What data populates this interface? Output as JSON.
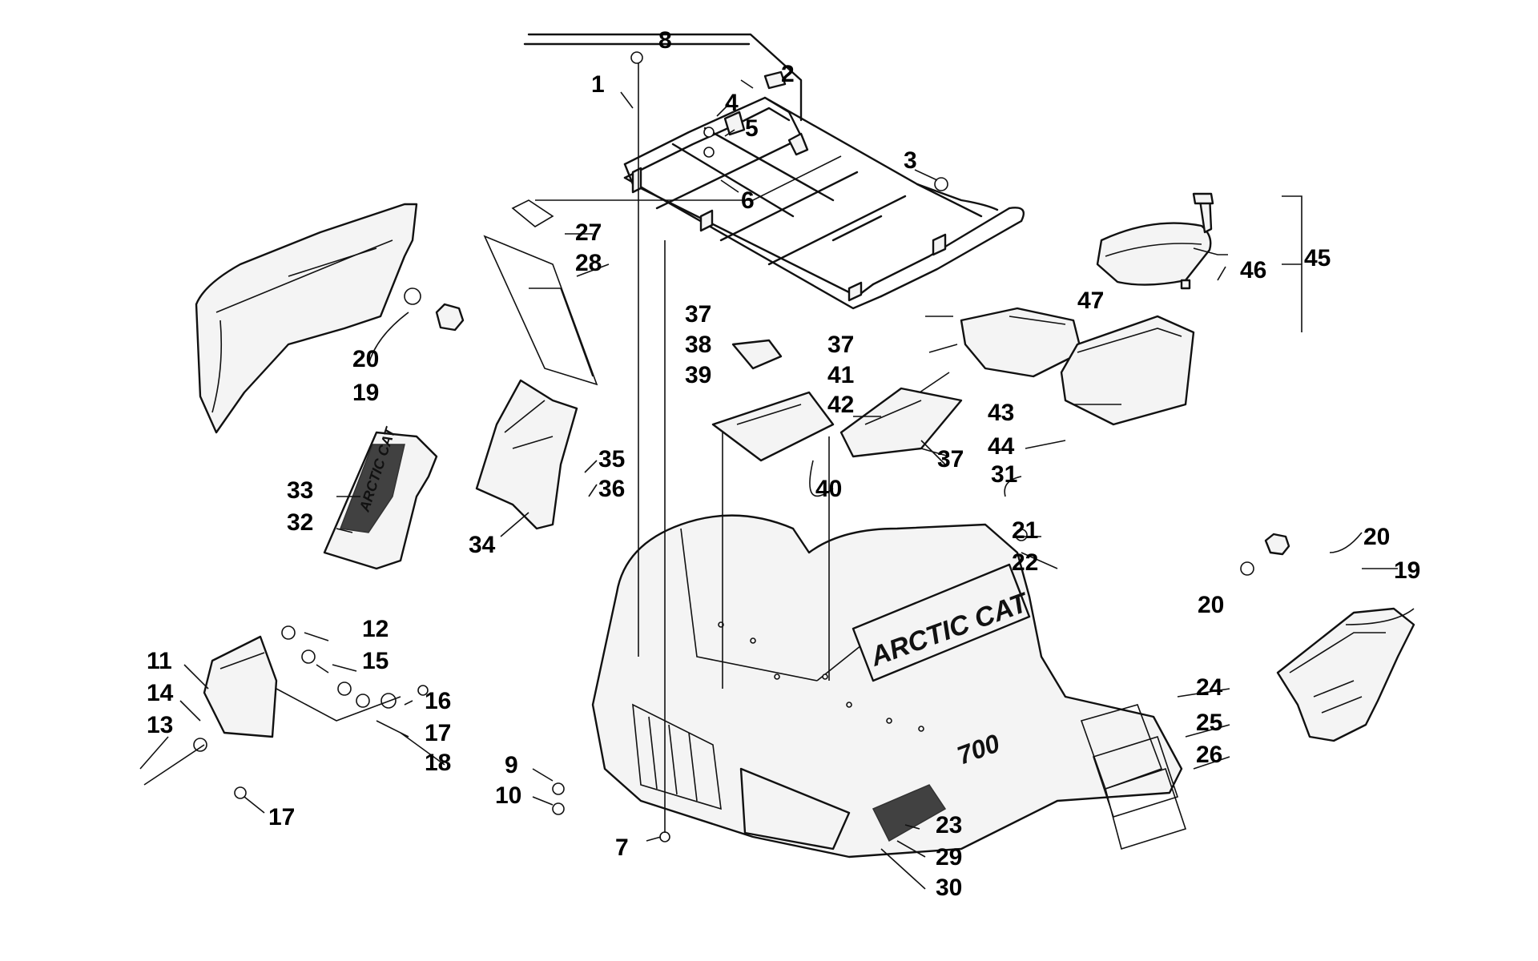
{
  "diagram": {
    "type": "exploded-parts-diagram",
    "subject": "ATV front rack and body panel assembly",
    "callouts": [
      "1",
      "2",
      "3",
      "4",
      "5",
      "6",
      "7",
      "8",
      "9",
      "10",
      "11",
      "12",
      "13",
      "14",
      "15",
      "16",
      "17",
      "18",
      "19",
      "20",
      "21",
      "22",
      "23",
      "24",
      "25",
      "26",
      "27",
      "28",
      "29",
      "30",
      "31",
      "32",
      "33",
      "34",
      "35",
      "36",
      "37",
      "38",
      "39",
      "40",
      "41",
      "42",
      "43",
      "44",
      "45",
      "46",
      "47"
    ],
    "logo_texts": {
      "body_logo": "ARCTIC CAT",
      "panel_logo": "ARCTIC CAT",
      "model_badge": "700"
    },
    "colors": {
      "ink": "#111111",
      "background": "#ffffff"
    }
  }
}
